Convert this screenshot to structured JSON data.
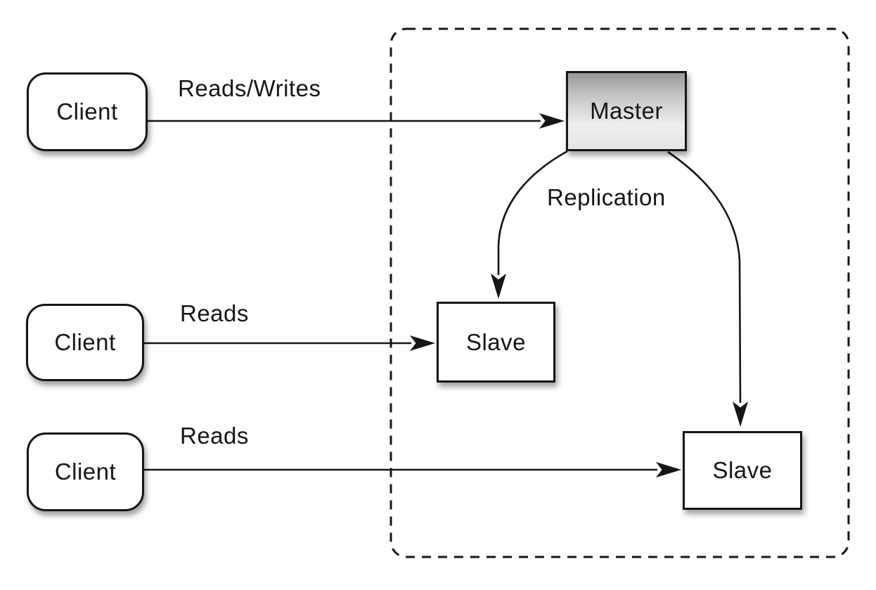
{
  "diagram": {
    "type": "architecture-diagram",
    "nodes": {
      "client1": {
        "label": "Client",
        "shape": "rounded-rectangle"
      },
      "client2": {
        "label": "Client",
        "shape": "rounded-rectangle"
      },
      "client3": {
        "label": "Client",
        "shape": "rounded-rectangle"
      },
      "master": {
        "label": "Master",
        "shape": "rectangle",
        "fill": "gray-gradient"
      },
      "slave1": {
        "label": "Slave",
        "shape": "rectangle"
      },
      "slave2": {
        "label": "Slave",
        "shape": "rectangle"
      }
    },
    "edges": [
      {
        "from": "client1",
        "to": "master",
        "label": "Reads/Writes",
        "style": "straight-arrow"
      },
      {
        "from": "client2",
        "to": "slave1",
        "label": "Reads",
        "style": "straight-arrow"
      },
      {
        "from": "client3",
        "to": "slave2",
        "label": "Reads",
        "style": "straight-arrow"
      },
      {
        "from": "master",
        "to": "slave1",
        "label": "Replication",
        "style": "curved-arrow"
      },
      {
        "from": "master",
        "to": "slave2",
        "label": "",
        "style": "curved-arrow"
      }
    ],
    "groups": [
      {
        "name": "replication-boundary",
        "contains": [
          "master",
          "slave1",
          "slave2"
        ],
        "border": "dashed"
      }
    ],
    "colors": {
      "background": "#ffffff",
      "stroke": "#161616",
      "node_fill": "#ffffff",
      "master_gradient_top": "#989898",
      "master_gradient_bottom": "#e6e6e6",
      "text": "#161616"
    }
  }
}
